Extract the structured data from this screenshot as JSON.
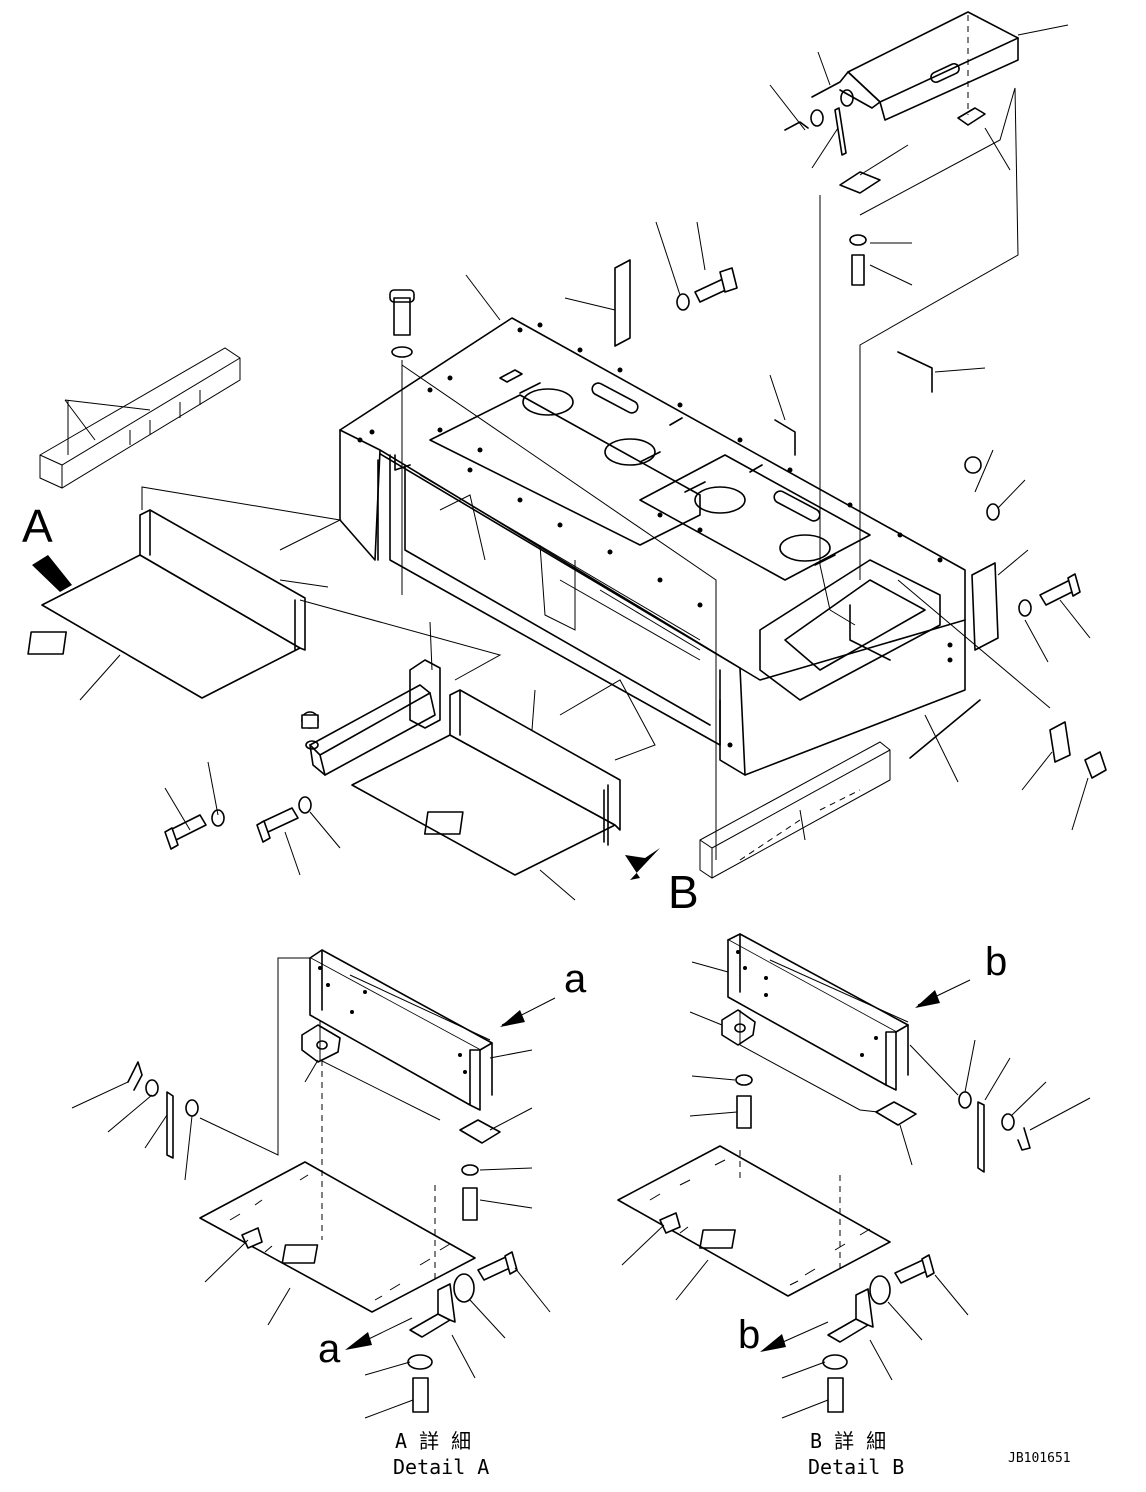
{
  "view_labels": {
    "view_a": "A",
    "view_b": "B"
  },
  "detail_arrows": {
    "a_top": "a",
    "a_bottom": "a",
    "b_top": "b",
    "b_bottom": "b"
  },
  "detail_a": {
    "title_jp": "A 詳 細",
    "title_en": "Detail A"
  },
  "detail_b": {
    "title_jp": "B 詳 細",
    "title_en": "Detail B"
  },
  "drawing_code": "JB101651"
}
